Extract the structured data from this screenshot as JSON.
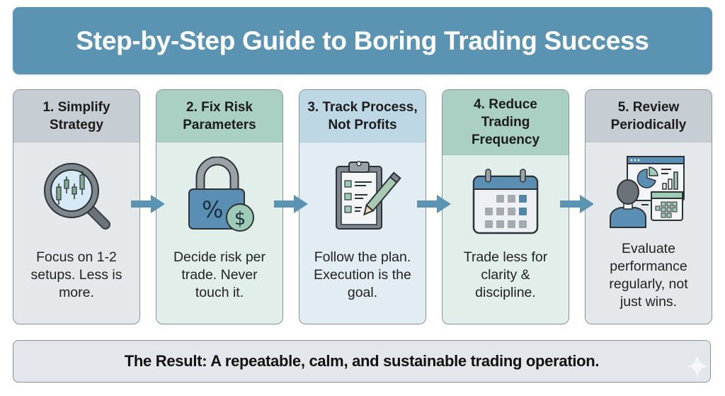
{
  "title": "Step-by-Step Guide to Boring Trading Success",
  "colors": {
    "banner": "#5b93b2",
    "arrow": "#5b93b2",
    "gray_header": "#c6cdd3",
    "green_header": "#a9d0c2",
    "blue_header": "#bdd7e5"
  },
  "steps": [
    {
      "title": "1. Simplify Strategy",
      "title_lines": [
        "1. Simplify",
        "Strategy"
      ],
      "icon": "magnifier-candlestick-icon",
      "text_lines": [
        "Focus on 1-2",
        "setups. Less is",
        "more."
      ]
    },
    {
      "title": "2. Fix Risk Parameters",
      "title_lines": [
        "2. Fix Risk",
        "Parameters"
      ],
      "icon": "padlock-percent-dollar-icon",
      "text_lines": [
        "Decide risk per",
        "trade. Never",
        "touch it."
      ]
    },
    {
      "title": "3. Track Process, Not Profits",
      "title_lines": [
        "3. Track Process,",
        "Not Profits"
      ],
      "icon": "clipboard-checklist-pencil-icon",
      "text_lines": [
        "Follow the plan.",
        "Execution is the",
        "goal."
      ]
    },
    {
      "title": "4. Reduce Trading Frequency",
      "title_lines": [
        "4. Reduce",
        "Trading",
        "Frequency"
      ],
      "icon": "calendar-icon",
      "text_lines": [
        "Trade less for",
        "clarity &",
        "discipline."
      ]
    },
    {
      "title": "5. Review Periodically",
      "title_lines": [
        "5. Review",
        "Periodically"
      ],
      "icon": "person-dashboard-review-icon",
      "text_lines": [
        "Evaluate",
        "performance",
        "regularly, not",
        "just wins."
      ]
    }
  ],
  "result": "The Result: A repeatable, calm, and sustainable trading operation."
}
